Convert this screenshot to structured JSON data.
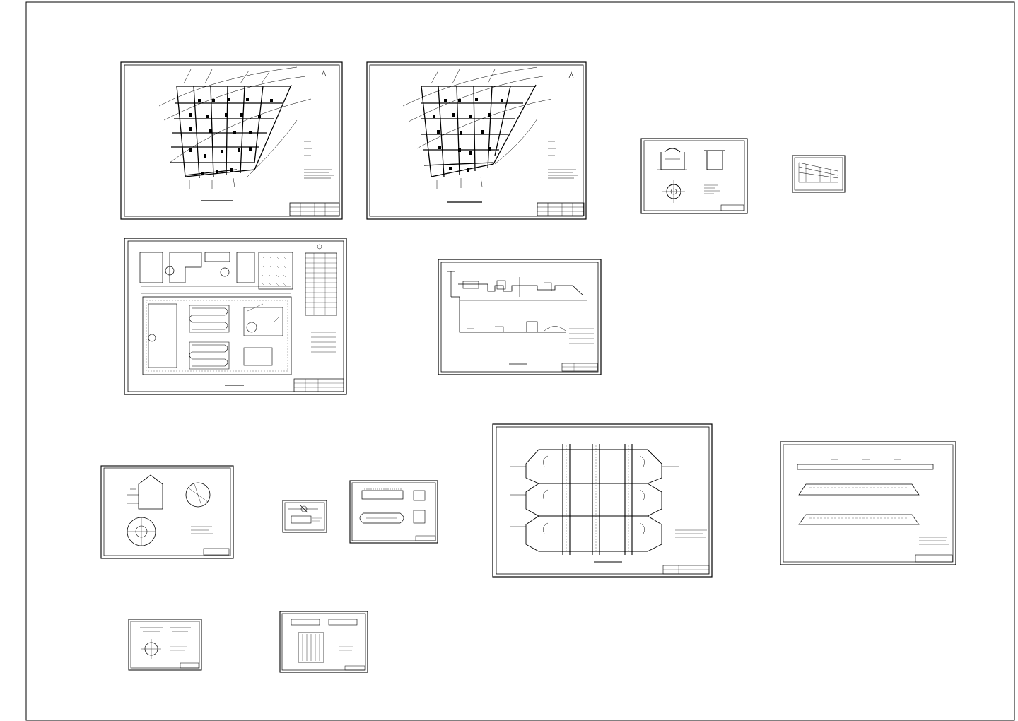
{
  "drawing_set": {
    "sheets": [
      {
        "id": "pipe-network-plan-1",
        "kind": "network-plan"
      },
      {
        "id": "pipe-network-plan-2",
        "kind": "network-plan"
      },
      {
        "id": "manhole-detail",
        "kind": "detail"
      },
      {
        "id": "small-profile",
        "kind": "profile"
      },
      {
        "id": "treatment-plant-layout",
        "kind": "plant-layout"
      },
      {
        "id": "process-flow-profile",
        "kind": "elevation"
      },
      {
        "id": "circular-tank-detail",
        "kind": "detail"
      },
      {
        "id": "small-pump-detail",
        "kind": "detail"
      },
      {
        "id": "channel-detail",
        "kind": "detail"
      },
      {
        "id": "oxidation-ditch-plan",
        "kind": "plan"
      },
      {
        "id": "oxidation-ditch-sections",
        "kind": "section"
      },
      {
        "id": "well-detail",
        "kind": "detail"
      },
      {
        "id": "filter-detail",
        "kind": "detail"
      }
    ]
  },
  "colors": {
    "line": "#000000",
    "background": "#ffffff"
  }
}
